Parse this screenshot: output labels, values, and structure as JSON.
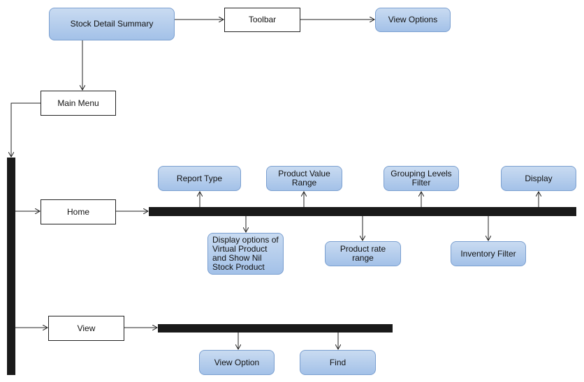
{
  "diagram": {
    "nodes": {
      "stock_detail_summary": "Stock Detail Summary",
      "toolbar": "Toolbar",
      "view_options": "View Options",
      "main_menu": "Main Menu",
      "home": "Home",
      "report_type": "Report Type",
      "product_value_range": "Product Value Range",
      "grouping_levels_filter": "Grouping Levels Filter",
      "display": "Display",
      "display_options_virtual": "Display options of Virtual Product and Show Nil Stock Product",
      "product_rate_range": "Product rate range",
      "inventory_filter": "Inventory Filter",
      "view": "View",
      "view_option": "View Option",
      "find": "Find"
    },
    "colors": {
      "rounded_fill_top": "#c9dbf1",
      "rounded_fill_bottom": "#a3c1e8",
      "rounded_border": "#7a9fd0",
      "bar": "#1a1a1a",
      "line": "#222222"
    }
  }
}
